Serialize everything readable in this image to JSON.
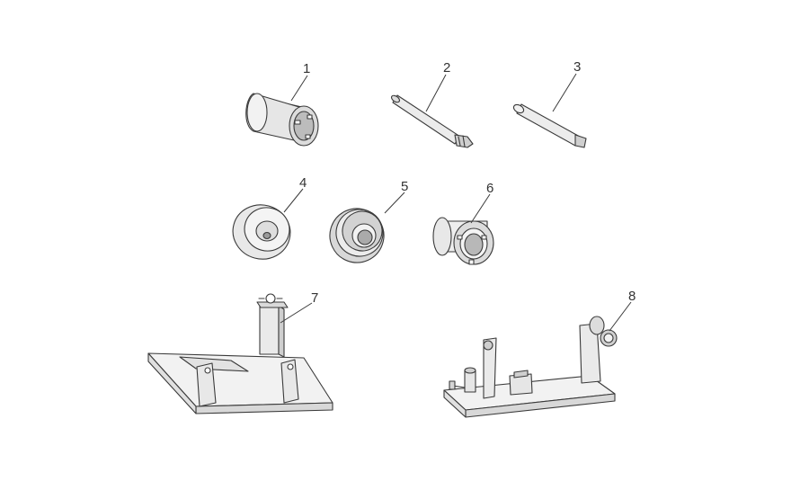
{
  "colors": {
    "fill_light": "#f2f2f2",
    "fill_mid": "#dcdcdc",
    "fill_dark": "#b8b8b8",
    "line": "#3a3a3a"
  },
  "callouts": [
    {
      "label": "1"
    },
    {
      "label": "2"
    },
    {
      "label": "3"
    },
    {
      "label": "4"
    },
    {
      "label": "5"
    },
    {
      "label": "6"
    },
    {
      "label": "7"
    },
    {
      "label": "8"
    }
  ]
}
